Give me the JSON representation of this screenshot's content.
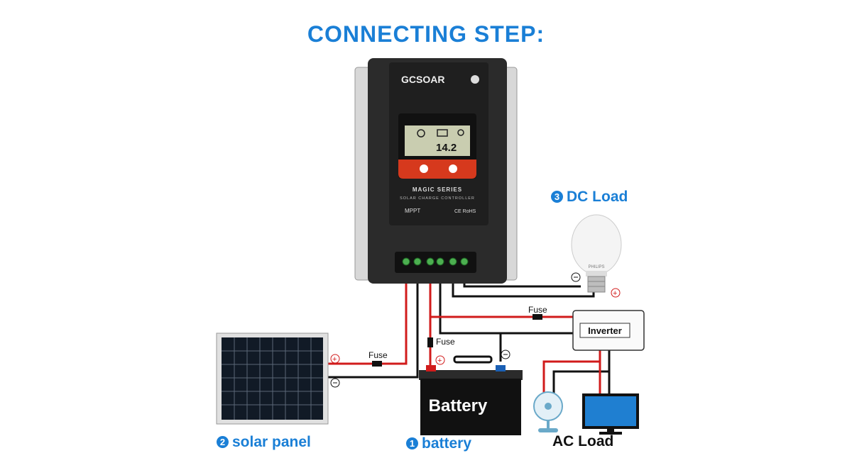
{
  "title": "CONNECTING  STEP:",
  "controller": {
    "brand": "GCSOAR",
    "lcd_value": "14.2",
    "series": "MAGIC SERIES",
    "subtitle": "SOLAR CHARGE CONTROLLER",
    "mppt": "MPPT",
    "cert": "CE RoHS"
  },
  "labels": {
    "dc_load_num": "3",
    "dc_load": "DC Load",
    "solar_num": "2",
    "solar_panel": "solar panel",
    "battery_num": "1",
    "battery": "battery",
    "ac_load": "AC Load",
    "battery_body": "Battery",
    "inverter": "Inverter",
    "fuse_1": "Fuse",
    "fuse_2": "Fuse",
    "fuse_3": "Fuse",
    "bulb_brand": "PHILIPS"
  },
  "colors": {
    "title_blue": "#1a7fd6",
    "wire_red": "#d11b1b",
    "wire_black": "#111111",
    "controller_body": "#2b2b2b",
    "controller_accent": "#d6391d"
  }
}
